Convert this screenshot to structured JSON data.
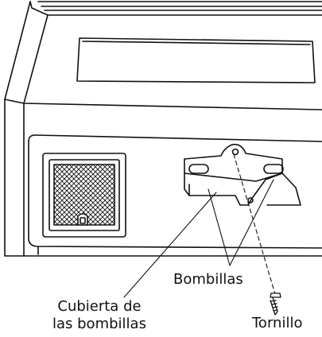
{
  "labels": {
    "bulbs": "Bombillas",
    "cover_line1": "Cubierta de",
    "cover_line2": "las bombillas",
    "screw": "Tornillo"
  },
  "colors": {
    "stroke": "#111111",
    "background": "#ffffff"
  },
  "icons": [
    "screw-icon",
    "grille-icon"
  ]
}
